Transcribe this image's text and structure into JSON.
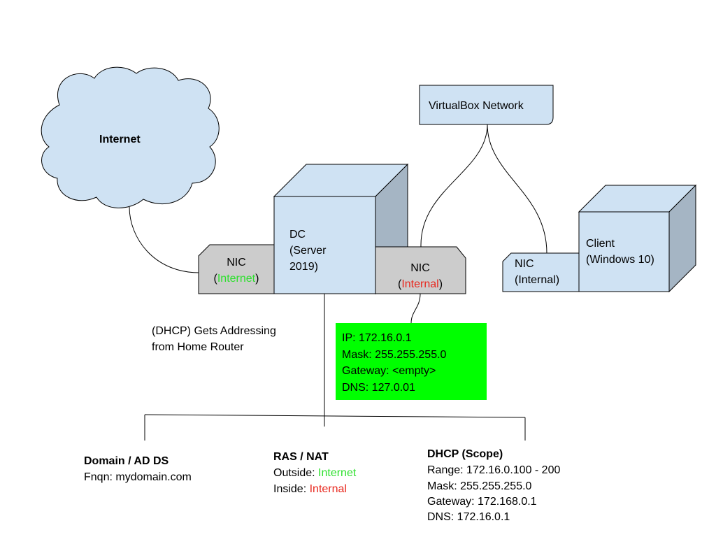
{
  "cloud": {
    "label": "Internet"
  },
  "vbox": {
    "label": "VirtualBox Network"
  },
  "dc": {
    "line1": "DC",
    "line2": "(Server",
    "line3": "2019)"
  },
  "nic_internet": {
    "title": "NIC",
    "open": "(",
    "network": "Internet",
    "close": ")"
  },
  "nic_internal_dc": {
    "title": "NIC",
    "open": "(",
    "network": "Internal",
    "close": ")"
  },
  "nic_client": {
    "line1": "NIC",
    "line2": "(Internal)"
  },
  "client": {
    "line1": "Client",
    "line2": "(Windows 10)"
  },
  "dhcp_note": {
    "line1": "(DHCP) Gets Addressing",
    "line2": "from Home Router"
  },
  "ip_config": {
    "ip": "IP: 172.16.0.1",
    "mask": "Mask: 255.255.255.0",
    "gateway": "Gateway: <empty>",
    "dns": "DNS: 127.0.01",
    "background": "#00ff00"
  },
  "roles": {
    "ad": {
      "title": "Domain / AD DS",
      "fqdn": "Fnqn: mydomain.com"
    },
    "ras": {
      "title": "RAS / NAT",
      "outside_label": "Outside: ",
      "outside_value": "Internet",
      "inside_label": "Inside: ",
      "inside_value": "Internal"
    },
    "dhcp": {
      "title": "DHCP (Scope)",
      "range": "Range: 172.16.0.100 - 200",
      "mask": "Mask: 255.255.255.0",
      "gateway": "Gateway: 172.168.0.1",
      "dns": "DNS: 172.16.0.1"
    }
  },
  "colors": {
    "box_fill": "#cfe2f3",
    "box_side": "#a5b5c4",
    "cloud_fill": "#cfe2f3",
    "nic_fill": "#cccccc",
    "internet_text": "#2ee02e",
    "internal_text": "#e8281e",
    "stroke": "#000000"
  }
}
